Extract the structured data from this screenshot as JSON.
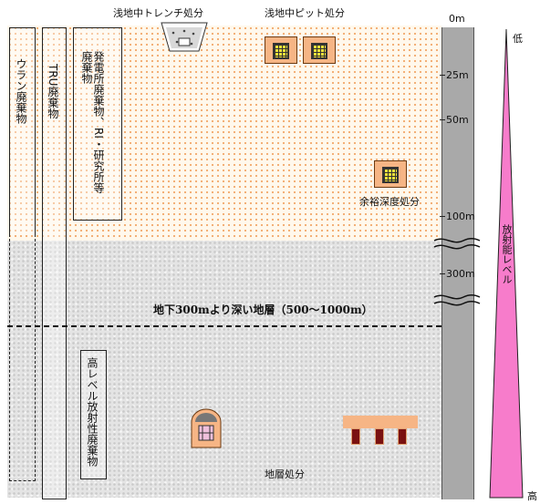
{
  "labels": {
    "trench": "浅地中トレンチ処分",
    "pit": "浅地中ピット処分",
    "intermediate": "余裕深度処分",
    "geological": "地層処分",
    "deep_strata": "地下300mより深い地層（500～1000m）"
  },
  "waste_types": {
    "uranium": "ウラン廃棄物",
    "tru": "TRU廃棄物",
    "plant_ri": "発電所廃棄物、RI・研究所等廃棄物",
    "hlw": "高レベル放射性廃棄物"
  },
  "depth_scale": [
    "0m",
    "25m",
    "50m",
    "100m",
    "300m"
  ],
  "radioactivity": {
    "title": "放射能レベル",
    "low": "低",
    "high": "高"
  },
  "colors": {
    "shallow_ground": "#fff8ec",
    "deep_ground": "#e4e4e4",
    "facility": "#f6b585",
    "triangle": "#f77ccb",
    "scale": "#a9a9a9"
  }
}
